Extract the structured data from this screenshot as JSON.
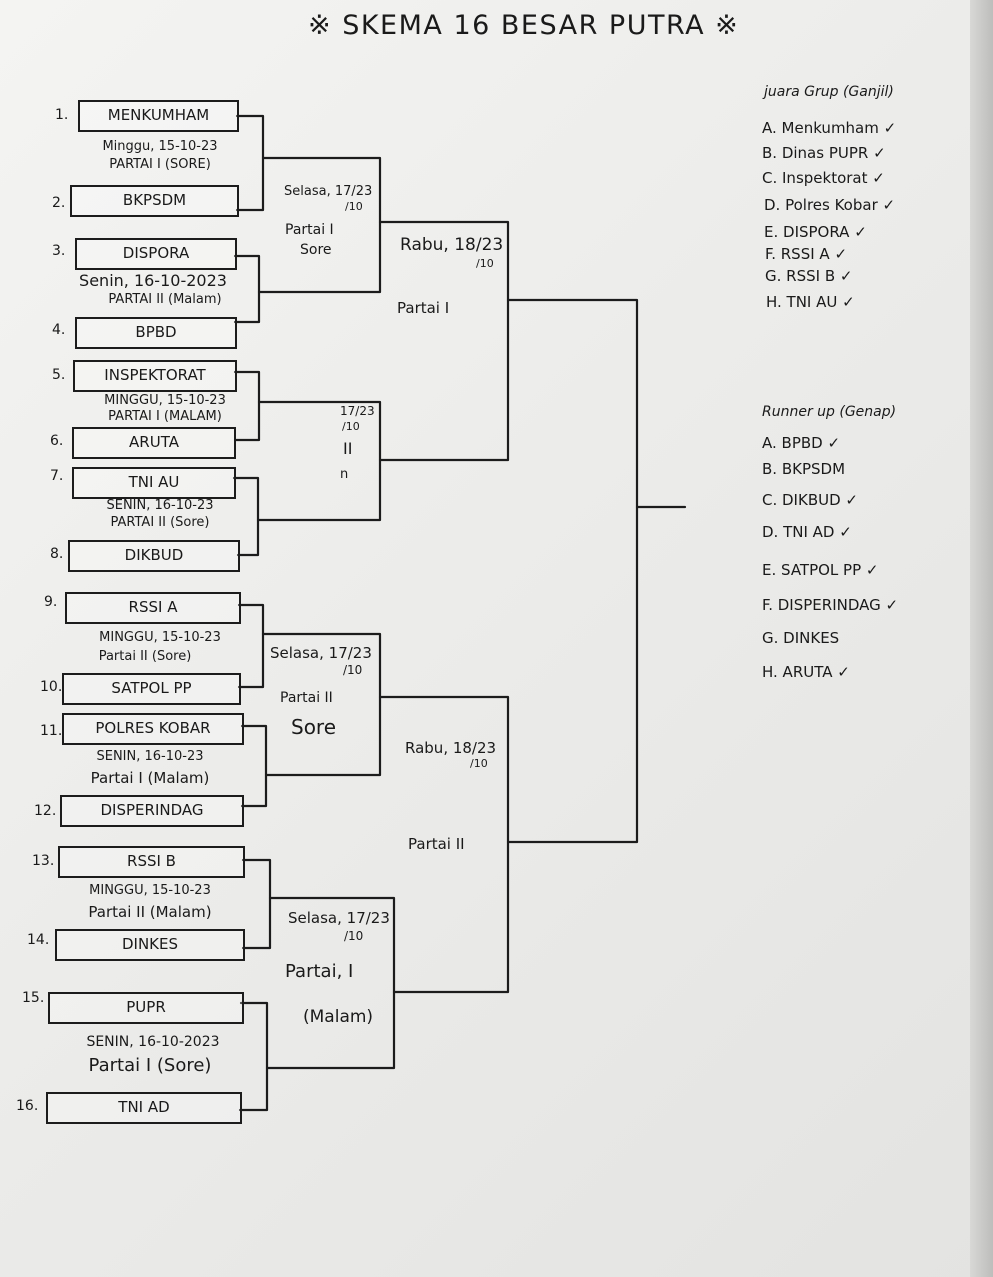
{
  "title": "※ SKEMA 16 BESAR PUTRA ※",
  "bracket": {
    "teams": [
      {
        "num": "1.",
        "name": "MENKUMHAM"
      },
      {
        "num": "2.",
        "name": "BKPSDM"
      },
      {
        "num": "3.",
        "name": "DISPORA"
      },
      {
        "num": "4.",
        "name": "BPBD"
      },
      {
        "num": "5.",
        "name": "INSPEKTORAT"
      },
      {
        "num": "6.",
        "name": "ARUTA"
      },
      {
        "num": "7.",
        "name": "TNI AU"
      },
      {
        "num": "8.",
        "name": "DIKBUD"
      },
      {
        "num": "9.",
        "name": "RSSI A"
      },
      {
        "num": "10.",
        "name": "SATPOL PP"
      },
      {
        "num": "11.",
        "name": "POLRES KOBAR"
      },
      {
        "num": "12.",
        "name": "DISPERINDAG"
      },
      {
        "num": "13.",
        "name": "RSSI B"
      },
      {
        "num": "14.",
        "name": "DINKES"
      },
      {
        "num": "15.",
        "name": "PUPR"
      },
      {
        "num": "16.",
        "name": "TNI AD"
      }
    ],
    "round1": [
      {
        "date": "Minggu, 15-10-23",
        "match": "PARTAI I (SORE)"
      },
      {
        "date": "Senin, 16-10-2023",
        "match": "PARTAI II (Malam)"
      },
      {
        "date": "MINGGU, 15-10-23",
        "match": "PARTAI I (MALAM)"
      },
      {
        "date": "SENIN, 16-10-23",
        "match": "PARTAI II (Sore)"
      },
      {
        "date": "MINGGU, 15-10-23",
        "match": "Partai II (Sore)"
      },
      {
        "date": "SENIN, 16-10-23",
        "match": "Partai I (Malam)"
      },
      {
        "date": "MINGGU, 15-10-23",
        "match": "Partai II (Malam)"
      },
      {
        "date": "SENIN, 16-10-2023",
        "match": "Partai I (Sore)"
      }
    ],
    "round2": [
      {
        "l1": "Selasa, 17/23",
        "l2": "/10",
        "l3": "Partai I",
        "l4": "Sore"
      },
      {
        "l1": "17/23",
        "l2": "/10",
        "l3": "II",
        "l4": "n"
      },
      {
        "l1": "Selasa, 17/23",
        "l2": "/10",
        "l3": "Partai II",
        "l4": "Sore"
      },
      {
        "l1": "Selasa, 17/23",
        "l2": "/10",
        "l3": "Partai, I",
        "l4": "(Malam)"
      }
    ],
    "round3": [
      {
        "l1": "Rabu, 18/23",
        "l2": "/10",
        "l3": "Partai I"
      },
      {
        "l1": "Rabu, 18/23",
        "l2": "/10",
        "l3": "Partai II"
      }
    ]
  },
  "juara": {
    "heading": "juara Grup (Ganjil)",
    "items": [
      "A. Menkumham ✓",
      "B. Dinas PUPR ✓",
      "C. Inspektorat ✓",
      "D. Polres Kobar ✓",
      "E. DISPORA ✓",
      "F. RSSI A ✓",
      "G. RSSI B ✓",
      "H. TNI AU ✓"
    ]
  },
  "runner": {
    "heading": "Runner up (Genap)",
    "items": [
      "A. BPBD ✓",
      "B. BKPSDM",
      "C. DIKBUD ✓",
      "D. TNI AD ✓",
      "E. SATPOL PP ✓",
      "F. DISPERINDAG ✓",
      "G. DINKES",
      "H. ARUTA ✓"
    ]
  }
}
